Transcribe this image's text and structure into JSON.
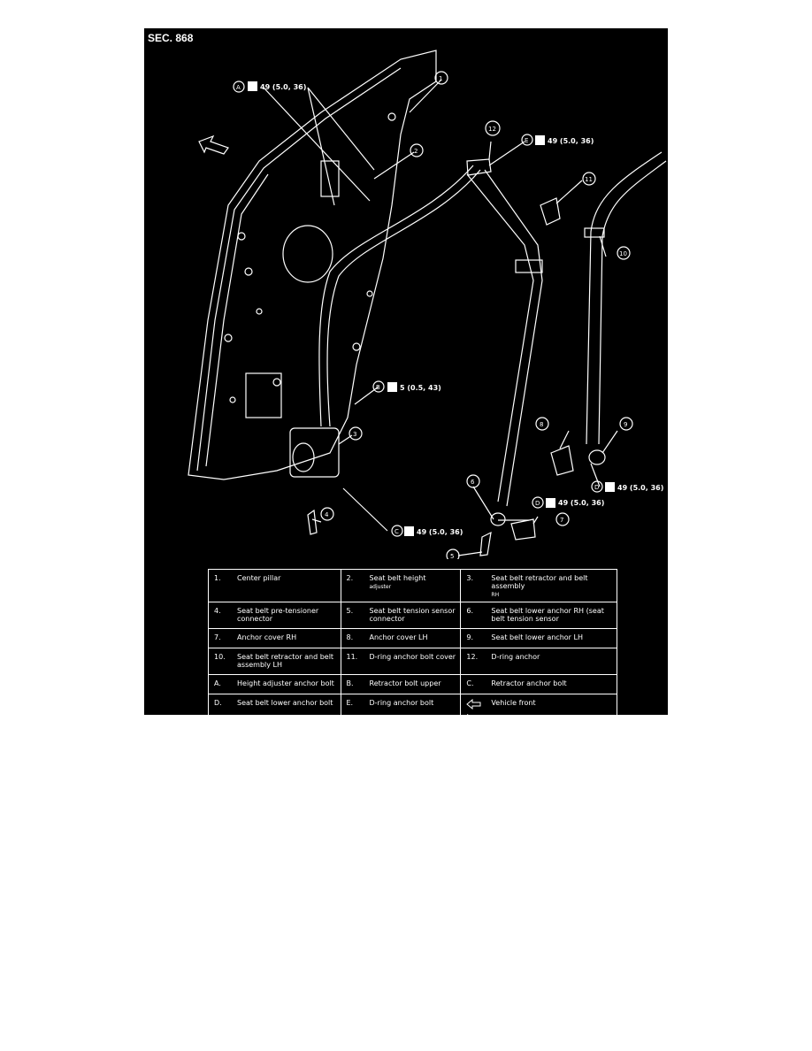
{
  "section_label": "SEC. 868",
  "torque_specs": {
    "A": "49 (5.0, 36)",
    "B": "5 (0.5, 43)",
    "C": "49 (5.0, 36)",
    "D": "49 (5.0, 36)",
    "E": "49 (5.0, 36)",
    "D2": "49 (5.0, 36)"
  },
  "callouts": {
    "c1": "1",
    "c2": "2",
    "c3": "3",
    "c4": "4",
    "c5": "5",
    "c6": "6",
    "c7": "7",
    "c8": "8",
    "c9": "9",
    "c10": "10",
    "c11": "11",
    "c12": "12",
    "lA": "A",
    "lB": "B",
    "lC": "C",
    "lD": "D",
    "lE": "E",
    "lD2": "D"
  },
  "legend": {
    "r1": {
      "n1": "1.",
      "t1": "Center pillar",
      "n2": "2.",
      "t2a": "Seat belt height",
      "t2b": "adjuster",
      "n3": "3.",
      "t3a": "Seat belt retractor and belt assembly",
      "t3b": "RH"
    },
    "r2": {
      "n1": "4.",
      "t1": "Seat belt pre-tensioner connector",
      "n2": "5.",
      "t2": "Seat belt tension sensor connector",
      "n3": "6.",
      "t3": "Seat belt lower anchor RH (seat belt tension sensor"
    },
    "r3": {
      "n1": "7.",
      "t1": "Anchor cover RH",
      "n2": "8.",
      "t2": "Anchor cover LH",
      "n3": "9.",
      "t3": "Seat belt lower anchor LH"
    },
    "r4": {
      "n1": "10.",
      "t1": "Seat belt retractor and belt assembly LH",
      "n2": "11.",
      "t2": "D-ring anchor bolt cover",
      "n3": "12.",
      "t3": "D-ring anchor"
    },
    "r5": {
      "n1": "A.",
      "t1": "Height adjuster anchor bolt",
      "n2": "B.",
      "t2": "Retractor bolt upper",
      "n3": "C.",
      "t3": "Retractor anchor bolt"
    },
    "r6": {
      "n1": "D.",
      "t1": "Seat belt lower anchor bolt",
      "n2": "E.",
      "t2": "D-ring anchor bolt",
      "n3": ":",
      "t3": "Vehicle front"
    }
  }
}
